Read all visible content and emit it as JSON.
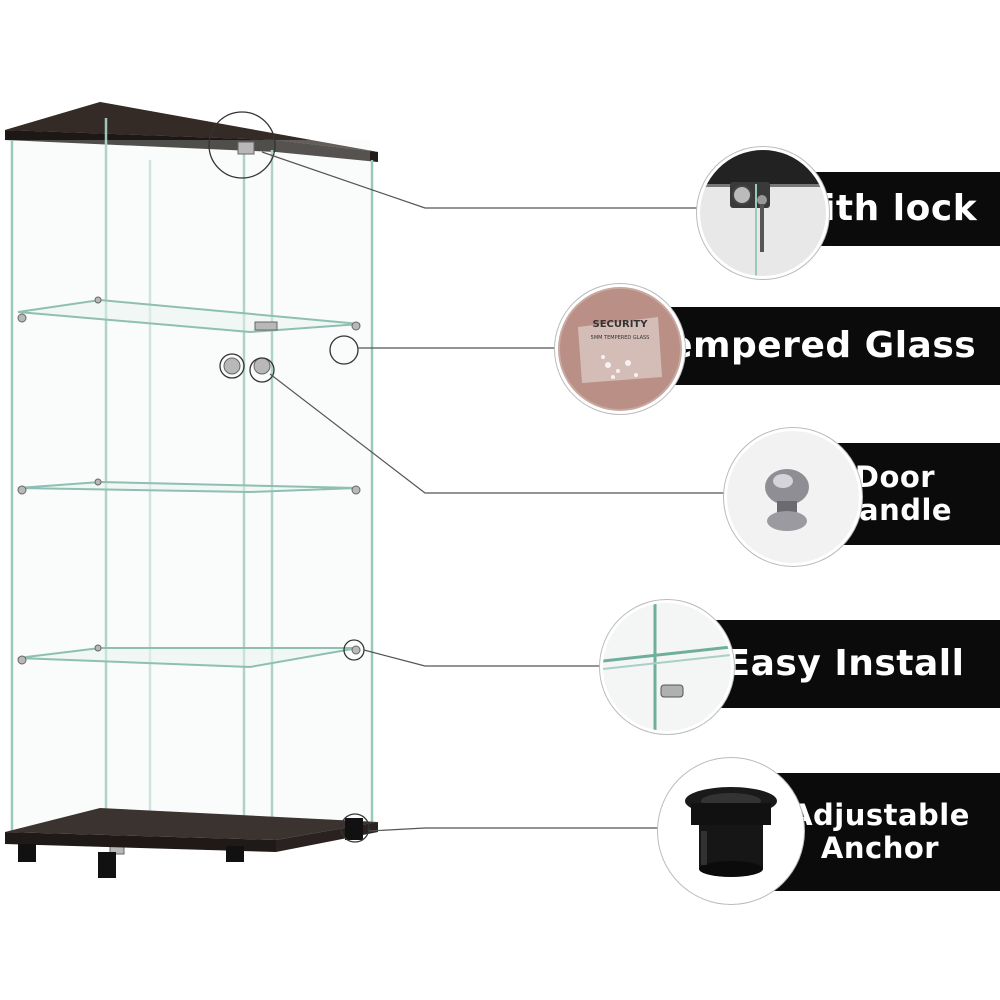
{
  "features": [
    {
      "label": "With lock"
    },
    {
      "label": "Tempered Glass"
    },
    {
      "label": "Door handle",
      "lines": [
        "Door",
        "handle"
      ]
    },
    {
      "label": "Easy Install"
    },
    {
      "label": "Adjustable Anchor",
      "lines": [
        "Adjustable",
        "Anchor"
      ]
    }
  ],
  "security_badge": {
    "title": "SECURITY",
    "subtitle": "5MM TEMPERED GLASS"
  },
  "colors": {
    "banner": "#0b0b0b",
    "banner_text": "#ffffff",
    "cabinet_wood": "#2c2320",
    "glass_edge": "#7fb8a8"
  }
}
